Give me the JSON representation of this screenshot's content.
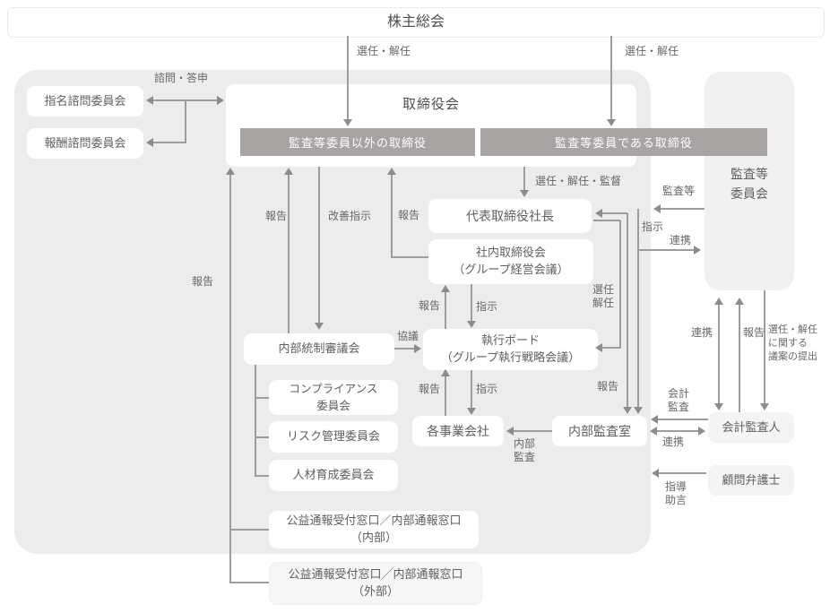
{
  "colors": {
    "line": "#a09c9c",
    "arrow": "#8f8b8b",
    "panel": "#ececec",
    "panel-light": "#f1f1f1",
    "graybox": "#a8a4a4",
    "label": "#6b6767",
    "boxtext": "#5f5f5f",
    "title": "#4a4a4a"
  },
  "nodes": {
    "shareholders_meeting": "株主総会",
    "nomination_committee": "指名諮問委員会",
    "compensation_committee": "報酬諮問委員会",
    "board_of_directors": "取締役会",
    "directors_non_audit": "監査等委員以外の取締役",
    "directors_audit": "監査等委員である取締役",
    "audit_committee": "監査等\n委員会",
    "president": "代表取締役社長",
    "internal_directors_board": "社内取締役会\n（グループ経営会議）",
    "executive_board": "執行ボード\n（グループ執行戦略会議）",
    "internal_control_council": "内部統制審議会",
    "compliance_committee": "コンプライアンス\n委員会",
    "risk_management_committee": "リスク管理委員会",
    "hr_development_committee": "人材育成委員会",
    "business_companies": "各事業会社",
    "internal_audit_office": "内部監査室",
    "accounting_auditor": "会計監査人",
    "legal_advisor": "顧問弁護士",
    "whistleblowing_internal": "公益通報受付窓口／内部通報窓口\n（内部）",
    "whistleblowing_external": "公益通報受付窓口／内部通報窓口\n（外部）"
  },
  "edge_labels": {
    "consult_report": "諮問・答申",
    "appoint_dismiss_left": "選任・解任",
    "appoint_dismiss_right": "選任・解任",
    "appoint_dismiss_supervise": "選任・解任・監督",
    "audit_etc": "監査等",
    "instruct_right": "指示",
    "cooperate_right": "連携",
    "report_long": "報告",
    "report_icc": "報告",
    "improvement_instruction": "改善指示",
    "report_bend": "報告",
    "report_mid": "報告",
    "instruct_mid": "指示",
    "appoint_dismiss_exec": "選任\n解任",
    "consultation": "協議",
    "report_lower": "報告",
    "instruct_lower": "指示",
    "report_audit_office": "報告",
    "internal_audit": "内部\n監査",
    "cooperate_vertical": "連携",
    "report_vertical": "報告",
    "proposal_submission": "選任・解任\nに関する\n議案の提出",
    "accounting_audit": "会計\n監査",
    "cooperate_auditor": "連携",
    "guidance_advice": "指導\n助言"
  }
}
